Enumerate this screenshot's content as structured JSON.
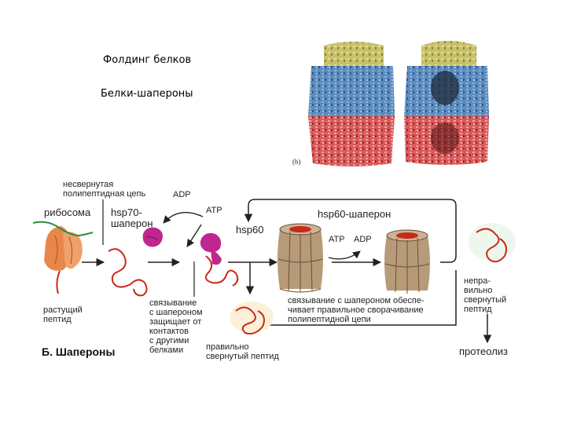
{
  "header": {
    "title": "Фолдинг белков",
    "subtitle": "Белки-шапероны"
  },
  "structure_image": {
    "panel_label": "(b)"
  },
  "diagram": {
    "labels": {
      "unfolded_chain": [
        "несвернутая",
        "полипептидная цепь"
      ],
      "ribosome": "рибосома",
      "hsp70": [
        "hsp70-",
        "шаперон"
      ],
      "adp_top": "ADP",
      "atp_top": "ATP",
      "hsp60_left": "hsp60",
      "hsp60_chaperone": "hsp60-шаперон",
      "atp_mid": "ATP",
      "adp_mid": "ADP",
      "growing_peptide": [
        "растущий",
        "пептид"
      ],
      "binding_protects": [
        "связывание",
        "с шапероном",
        "защищает от",
        "контактов",
        "с другими",
        "белками"
      ],
      "binding_folding": [
        "связывание с шапероном обеспе-",
        "чивает  правильное сворачивание",
        "полипептидной цепи"
      ],
      "misfolded": [
        "непра-",
        "вильно",
        "свернутый",
        "пептид"
      ],
      "correctly_folded": [
        "правильно",
        "свернутый пептид"
      ],
      "proteolysis": "протеолиз",
      "figure_caption": "Б. Шапероны"
    },
    "colors": {
      "chain": "#c82a1a",
      "ribosome": "#e8874a",
      "hsp70": "#c0268f",
      "barrel": "#b79a78",
      "barrel_dark": "#6b4f3a",
      "lid_yellow": "#c9c16a",
      "ring_blue": "#5c8cbf",
      "ring_red": "#d85a5a"
    }
  }
}
